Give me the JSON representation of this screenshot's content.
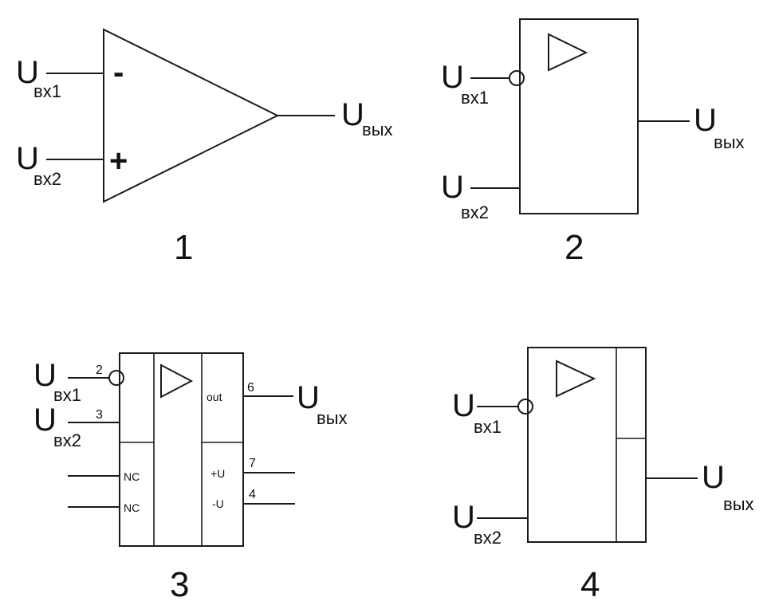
{
  "u_letter": "U",
  "in1_sub": "вх1",
  "in2_sub": "вх2",
  "out_sub": "вых",
  "fig1": {
    "number": "1",
    "minus": "-",
    "plus": "+"
  },
  "fig2": {
    "number": "2"
  },
  "fig3": {
    "number": "3",
    "pin_in1": "2",
    "pin_in2": "3",
    "pin_out": "6",
    "pin_vplus": "7",
    "pin_vminus": "4",
    "out_label": "out",
    "nc1": "NC",
    "nc2": "NC",
    "vplus_label": "+U",
    "vminus_label": "-U"
  },
  "fig4": {
    "number": "4"
  }
}
